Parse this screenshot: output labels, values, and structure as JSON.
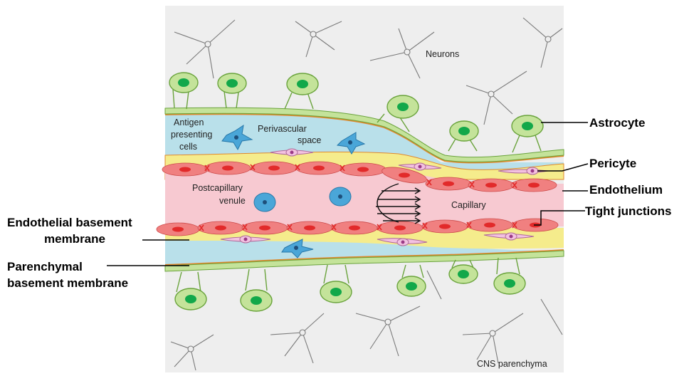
{
  "diagram": {
    "labels": {
      "neurons": "Neurons",
      "astrocyte": "Astrocyte",
      "pericyte": "Pericyte",
      "endothelium": "Endothelium",
      "tight_junctions": "Tight junctions",
      "endothelial_bm_line1": "Endothelial basement",
      "endothelial_bm_line2": "membrane",
      "parenchymal_bm_line1": "Parenchymal",
      "parenchymal_bm_line2": "basement membrane",
      "apc_line1": "Antigen",
      "apc_line2": "presenting",
      "apc_line3": "cells",
      "perivascular_line1": "Perivascular",
      "perivascular_line2": "space",
      "postcapillary_line1": "Postcapillary",
      "postcapillary_line2": "venule",
      "capillary": "Capillary",
      "cns_parenchyma": "CNS parenchyma"
    },
    "colors": {
      "parenchyma_bg": "#eeeeee",
      "astrocyte_fill": "#c4e39a",
      "astrocyte_stroke": "#6aa33c",
      "astrocyte_nucleus": "#12a84a",
      "basement_membrane": "#e0892e",
      "perivascular_space": "#b9e0ea",
      "endothelial_bm": "#f5ec8c",
      "endothelial_cell": "#f08080",
      "endothelial_nucleus": "#e22a2a",
      "lumen": "#f7c9d1",
      "pericyte": "#f3c1e0",
      "blood_cell": "#4aa6d8",
      "neuron_line": "#777777"
    }
  }
}
